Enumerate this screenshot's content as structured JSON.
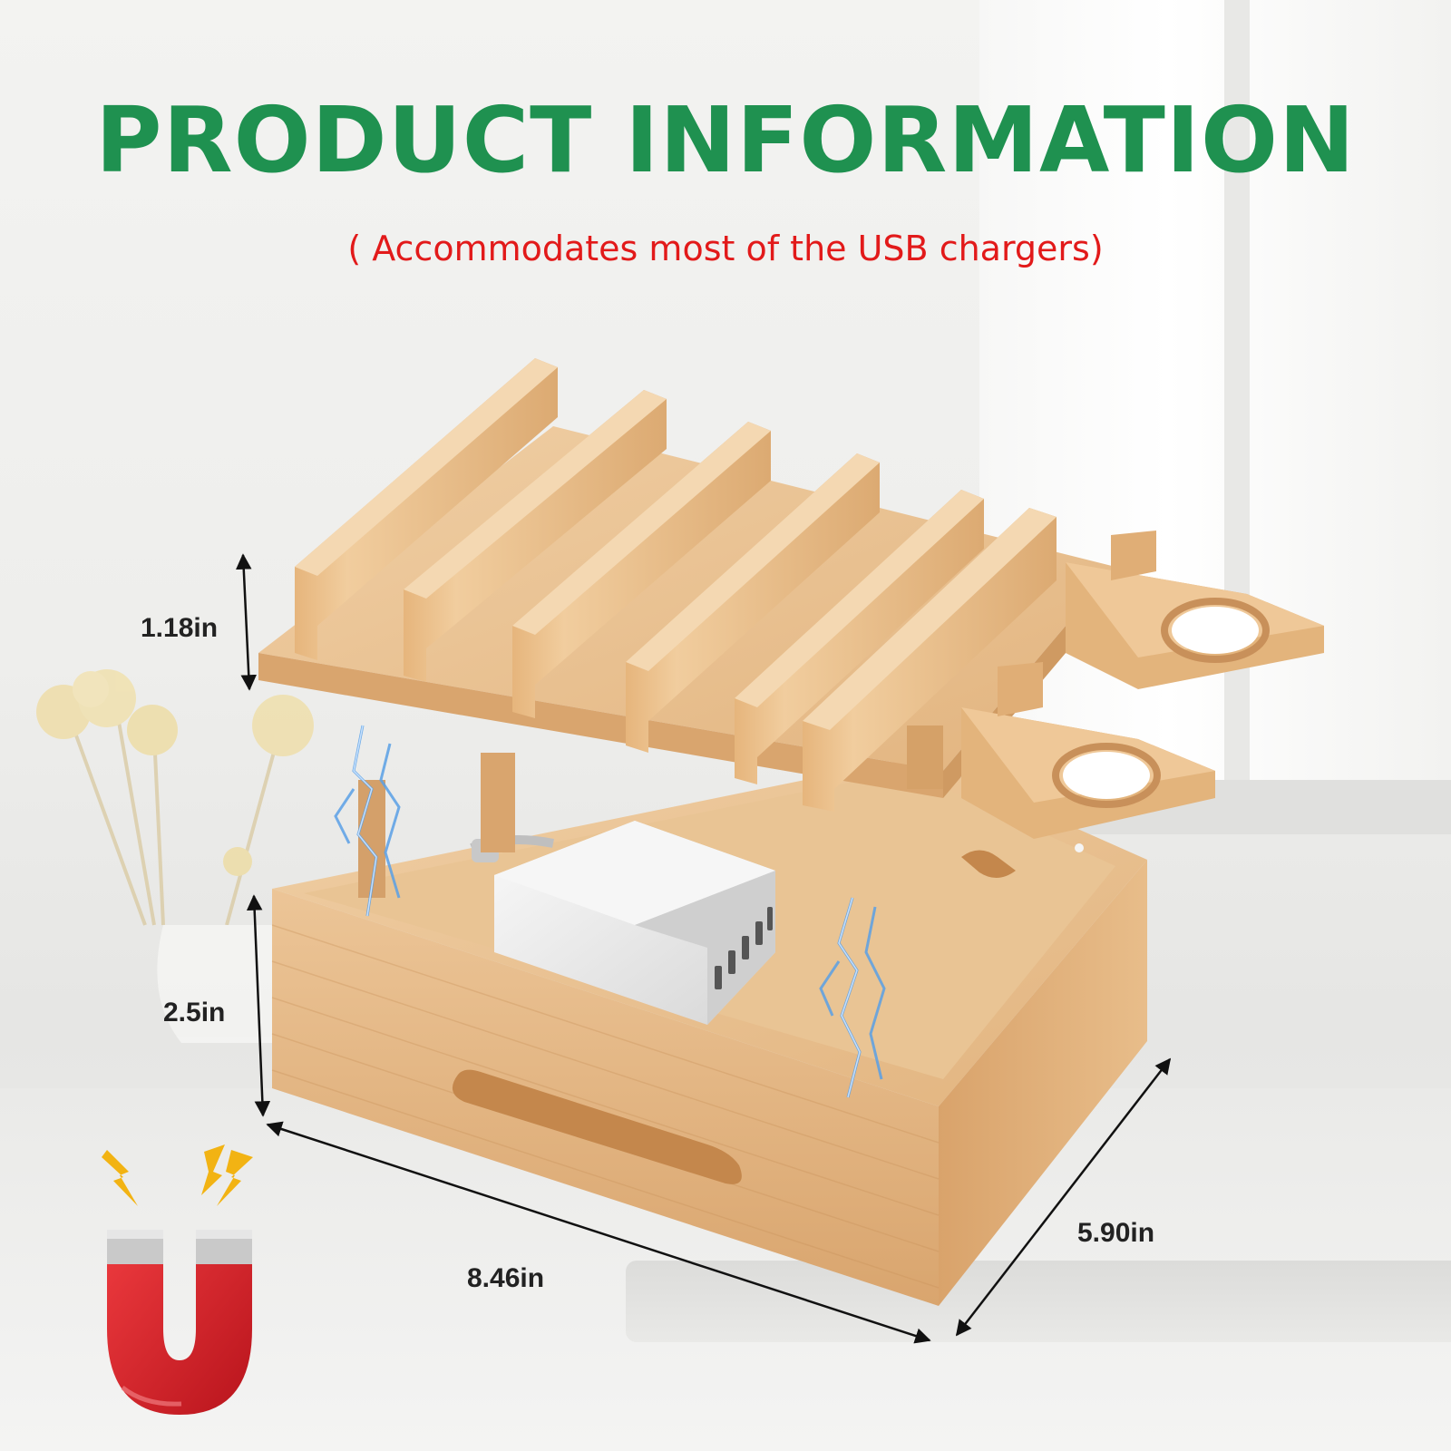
{
  "title": "PRODUCT INFORMATION",
  "subtitle": "( Accommodates most of the USB chargers)",
  "dimensions": {
    "top_height": "1.18in",
    "base_height": "2.5in",
    "length": "8.46in",
    "width": "5.90in"
  },
  "colors": {
    "title_green": "#1f9150",
    "subtitle_red": "#e21a1a",
    "bamboo": "#e3b987",
    "magnet_red": "#d8232a"
  },
  "icons": [
    "magnet-icon",
    "lightning-icon"
  ]
}
